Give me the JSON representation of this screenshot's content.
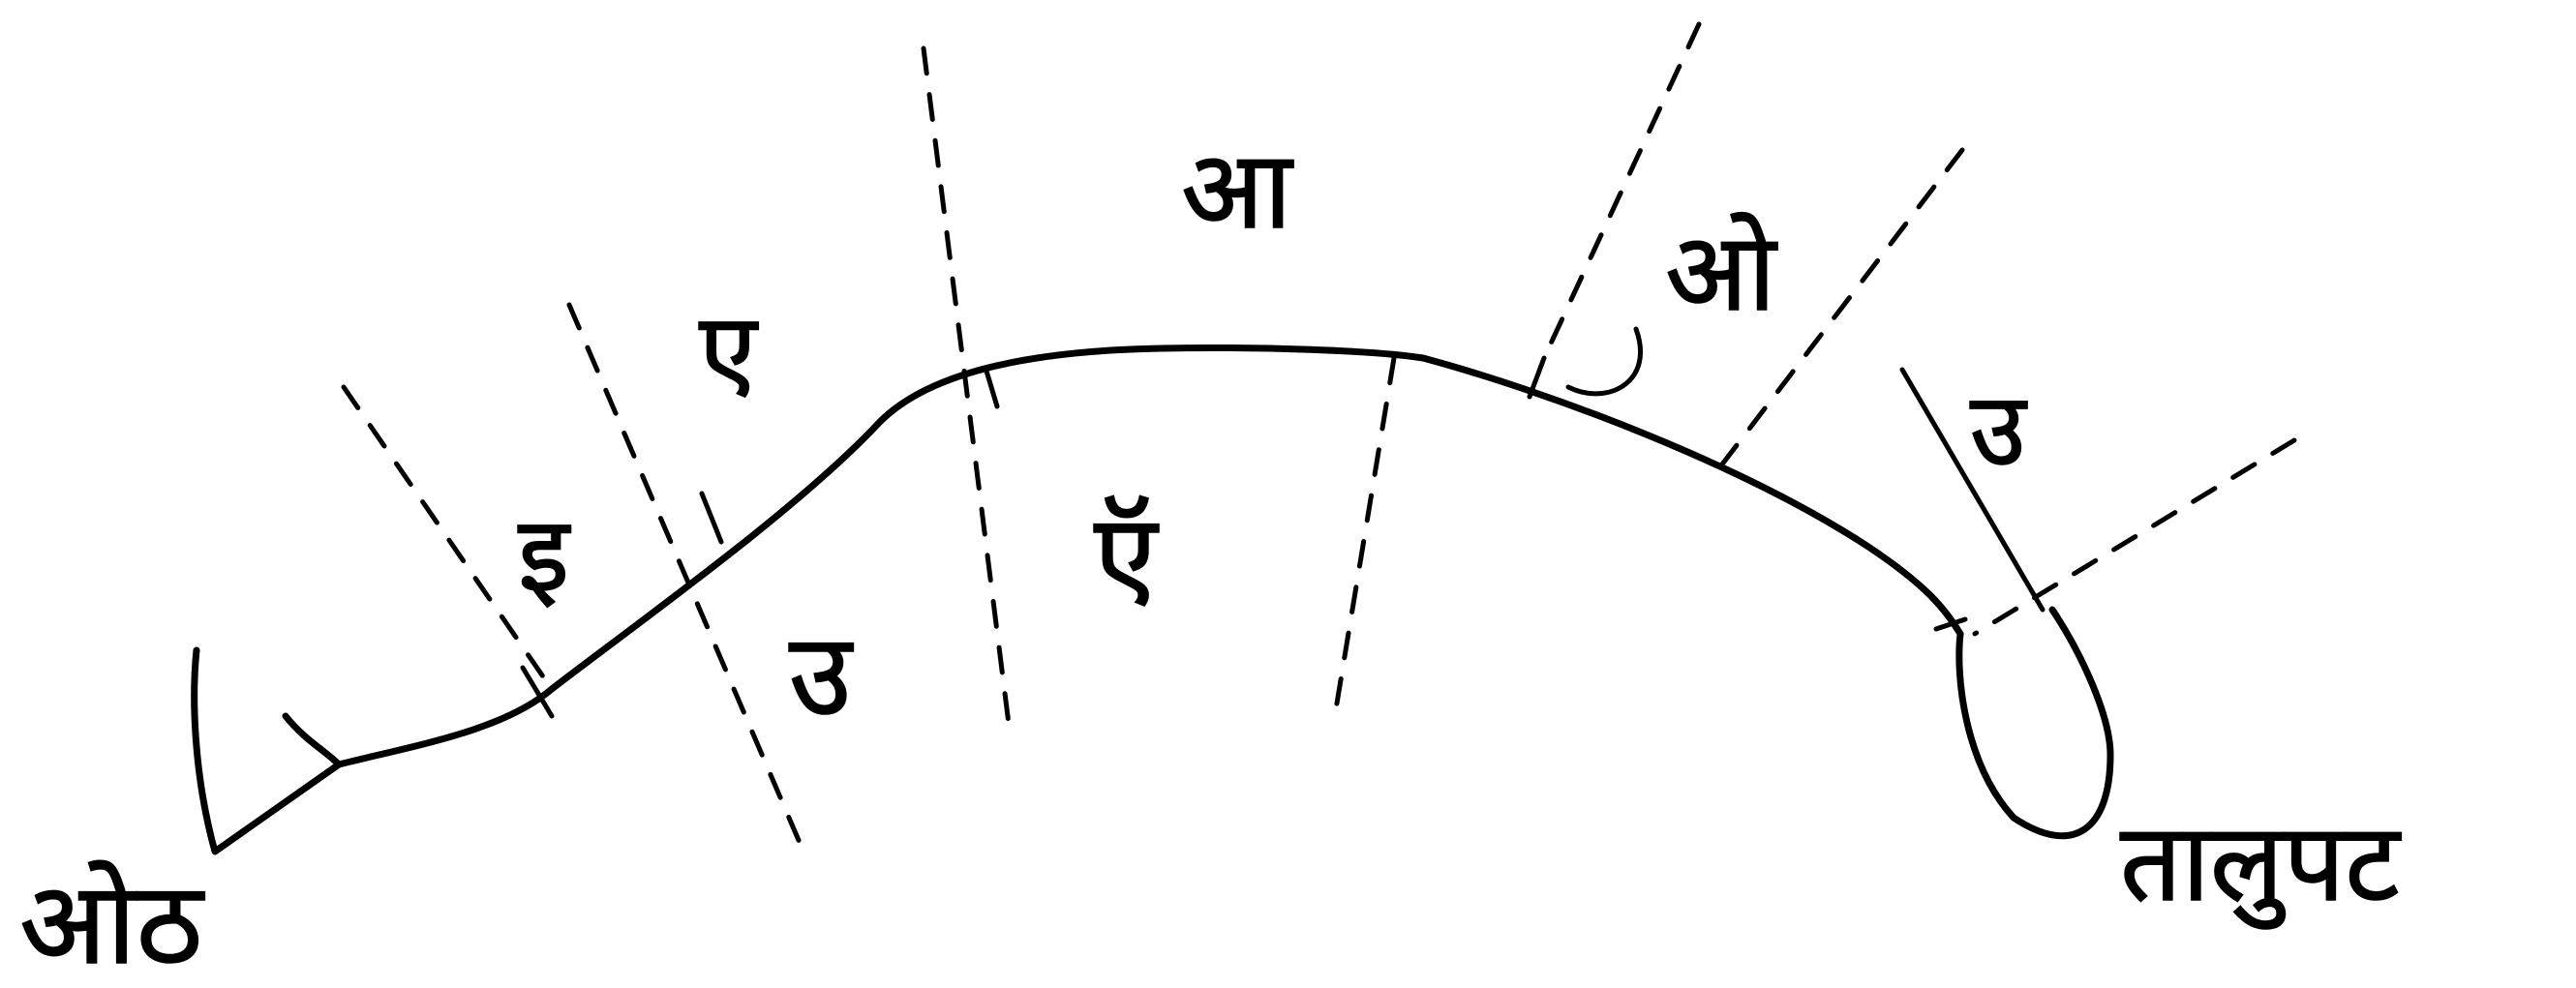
{
  "diagram": {
    "labels": {
      "lips": "ओठ",
      "palate": "तालुपट",
      "vowel_i": "इ",
      "vowel_e": "ए",
      "vowel_u": "उ",
      "vowel_ae": "ऍ",
      "vowel_aa": "आ",
      "vowel_o": "ओ",
      "vowel_u_back": "उ"
    }
  }
}
